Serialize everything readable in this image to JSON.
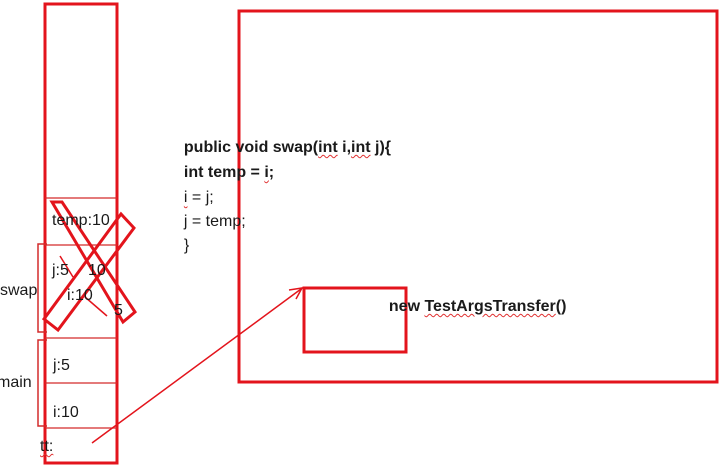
{
  "colors": {
    "red": "#e3141c",
    "stack_line": "#d42b2b"
  },
  "stack": {
    "temp_cell": "temp:10",
    "j_swap_cell": "j:5",
    "j_swap_new": "10",
    "i_swap_cell": "i:10",
    "i_swap_new": "5",
    "j_main_cell": "j:5",
    "i_main_cell": "i:10",
    "tt_cell": "tt:"
  },
  "frames": {
    "swap_label": "swap",
    "main_label": "main"
  },
  "code": {
    "line1_prefix": "public void swap(",
    "line1_squig1": "int",
    "line1_mid": " i,",
    "line1_squig2": "int",
    "line1_suffix": " j){",
    "line2_prefix": "int temp = ",
    "line2_squig": "i",
    "line2_suffix": ";",
    "line3_squig": "i",
    "line3_suffix": " = j;",
    "line4": "j = temp;",
    "line5": "}"
  },
  "heap": {
    "object_prefix": "new ",
    "object_class": "TestArgsTransfer",
    "object_suffix": "()"
  }
}
